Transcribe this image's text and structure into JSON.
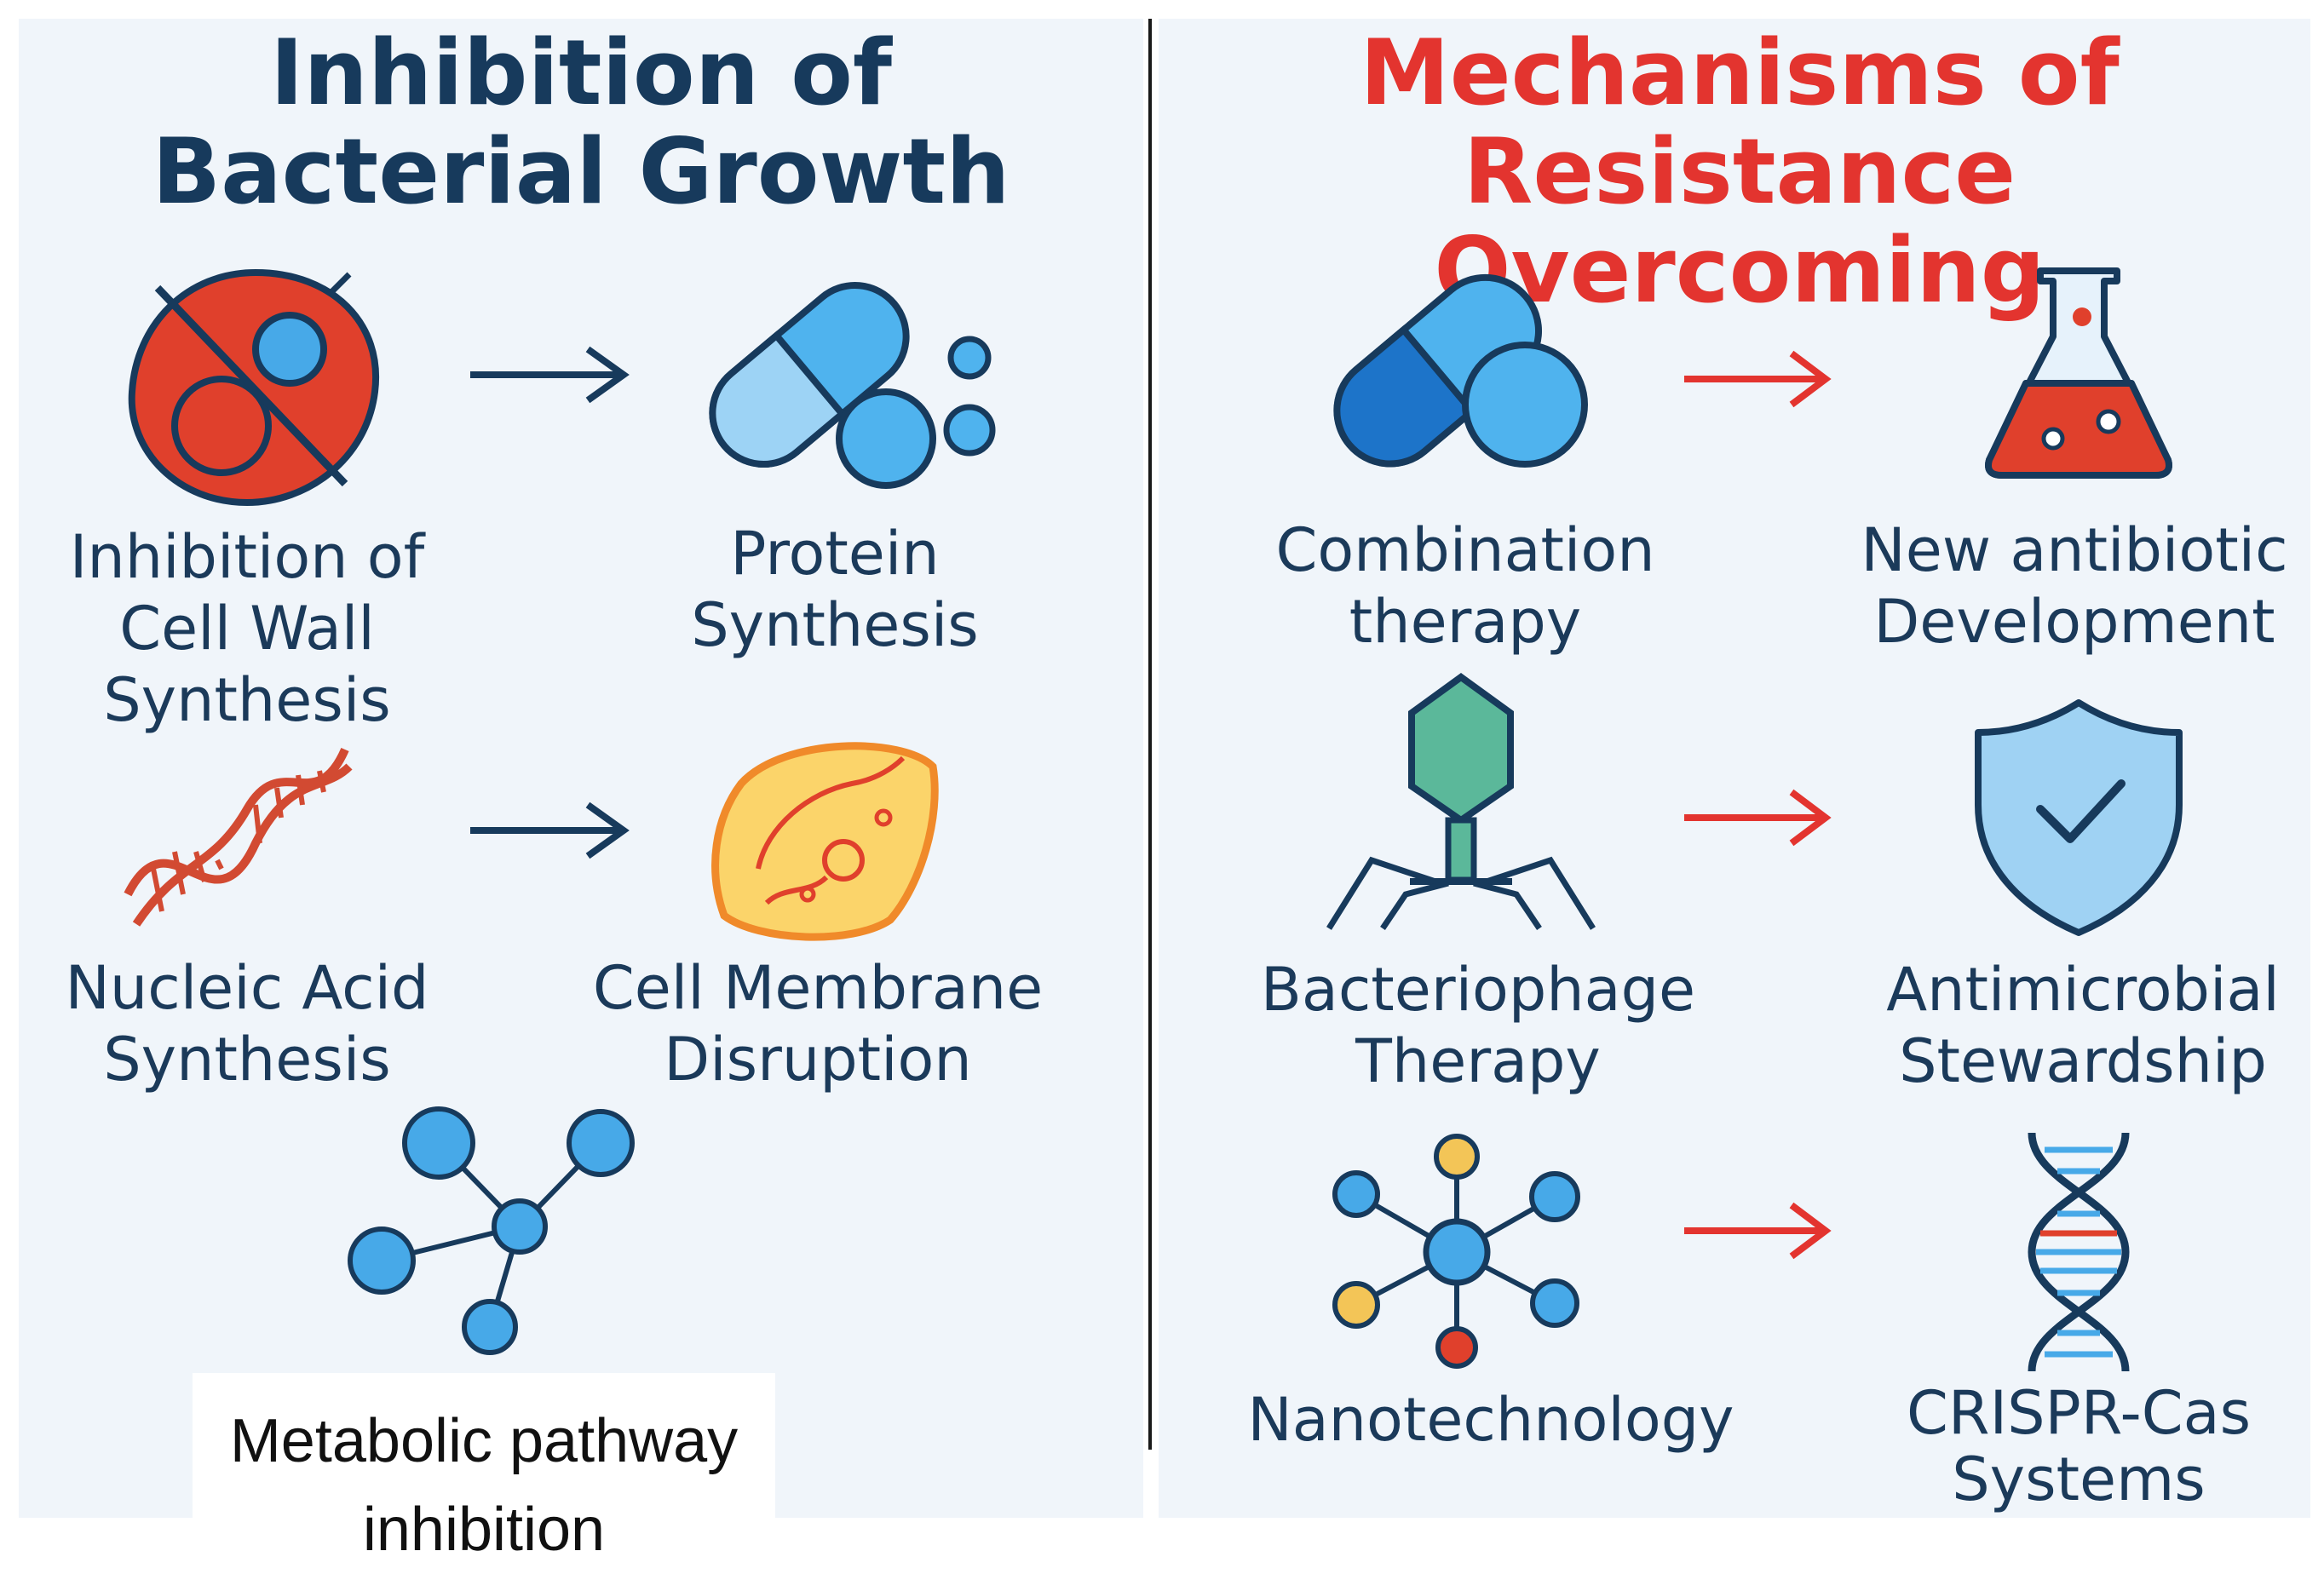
{
  "left_panel": {
    "title_line1": "Inhibition of",
    "title_line2": "Bacterial Growth",
    "items": [
      {
        "lines": [
          "Inhibition of",
          "Cell Wall",
          "Synthesis"
        ],
        "icon": "bacterial-cell-icon"
      },
      {
        "lines": [
          "Protein",
          "Synthesis"
        ],
        "icon": "pill-capsule-icon"
      },
      {
        "lines": [
          "Nucleic Acid",
          "Synthesis"
        ],
        "icon": "dna-helix-icon"
      },
      {
        "lines": [
          "Cell Membrane",
          "Disruption"
        ],
        "icon": "membrane-cell-icon"
      },
      {
        "lines": [
          "Metabolic pathway",
          "inhibition"
        ],
        "icon": "molecule-network-icon"
      }
    ]
  },
  "right_panel": {
    "title_line1": "Mechanisms of",
    "title_line2": "Resistance Overcoming",
    "items": [
      {
        "lines": [
          "Combination",
          "therapy"
        ],
        "icon": "combination-pills-icon"
      },
      {
        "lines": [
          "New antibiotic",
          "Development"
        ],
        "icon": "flask-icon"
      },
      {
        "lines": [
          "Bacteriophage",
          "Therapy"
        ],
        "icon": "bacteriophage-icon"
      },
      {
        "lines": [
          "Antimicrobial",
          "Stewardship"
        ],
        "icon": "shield-check-icon"
      },
      {
        "lines": [
          "Nanotechnology"
        ],
        "icon": "nanoparticle-network-icon"
      },
      {
        "lines": [
          "CRISPR-Cas",
          "Systems"
        ],
        "icon": "crispr-dna-icon"
      }
    ]
  },
  "colors": {
    "left_title": "#173a5c",
    "right_title": "#e3342f",
    "label_text": "#1b3a5a",
    "left_arrow": "#173a5c",
    "right_arrow": "#e3342f",
    "icon_blue": "#47a9e8",
    "icon_red": "#e0402c",
    "panel_background": "#f0f5fa"
  }
}
